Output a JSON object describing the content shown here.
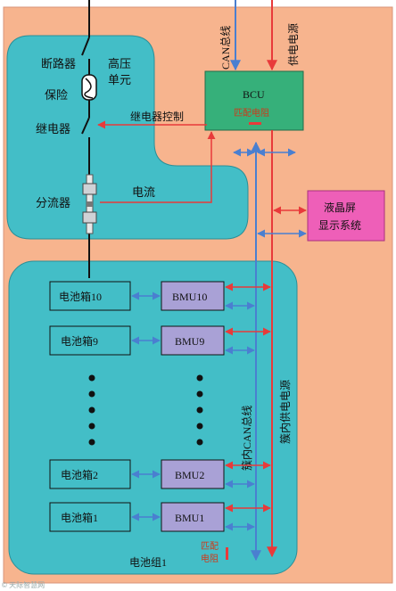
{
  "labels": {
    "can_bus": "CAN总线",
    "power_supply": "供电电源",
    "circuit_breaker": "断路器",
    "hv_unit_1": "高压",
    "hv_unit_2": "单元",
    "fuse": "保险",
    "relay": "继电器",
    "relay_control": "继电器控制",
    "bcu": "BCU",
    "matching_resistor": "匹配电阻",
    "shunt": "分流器",
    "current": "电流",
    "lcd_1": "液晶屏",
    "lcd_2": "显示系统",
    "cluster_can": "簇内CAN总线",
    "cluster_power": "簇内供电电源",
    "battery_group": "电池组1",
    "bottom_resistor_1": "匹配",
    "bottom_resistor_2": "电阻",
    "watermark": "© 天际智慧网"
  },
  "battery_boxes": [
    "电池箱10",
    "电池箱9",
    "电池箱2",
    "电池箱1"
  ],
  "bmus": [
    "BMU10",
    "BMU9",
    "BMU2",
    "BMU1"
  ],
  "colors": {
    "background": "#f7b48e",
    "teal_panel": "#43bec7",
    "bcu": "#36b07a",
    "bmu": "#a9a1d6",
    "lcd": "#ee5fb8",
    "red_line": "#e83a3a",
    "blue_line": "#4a7fd0"
  }
}
